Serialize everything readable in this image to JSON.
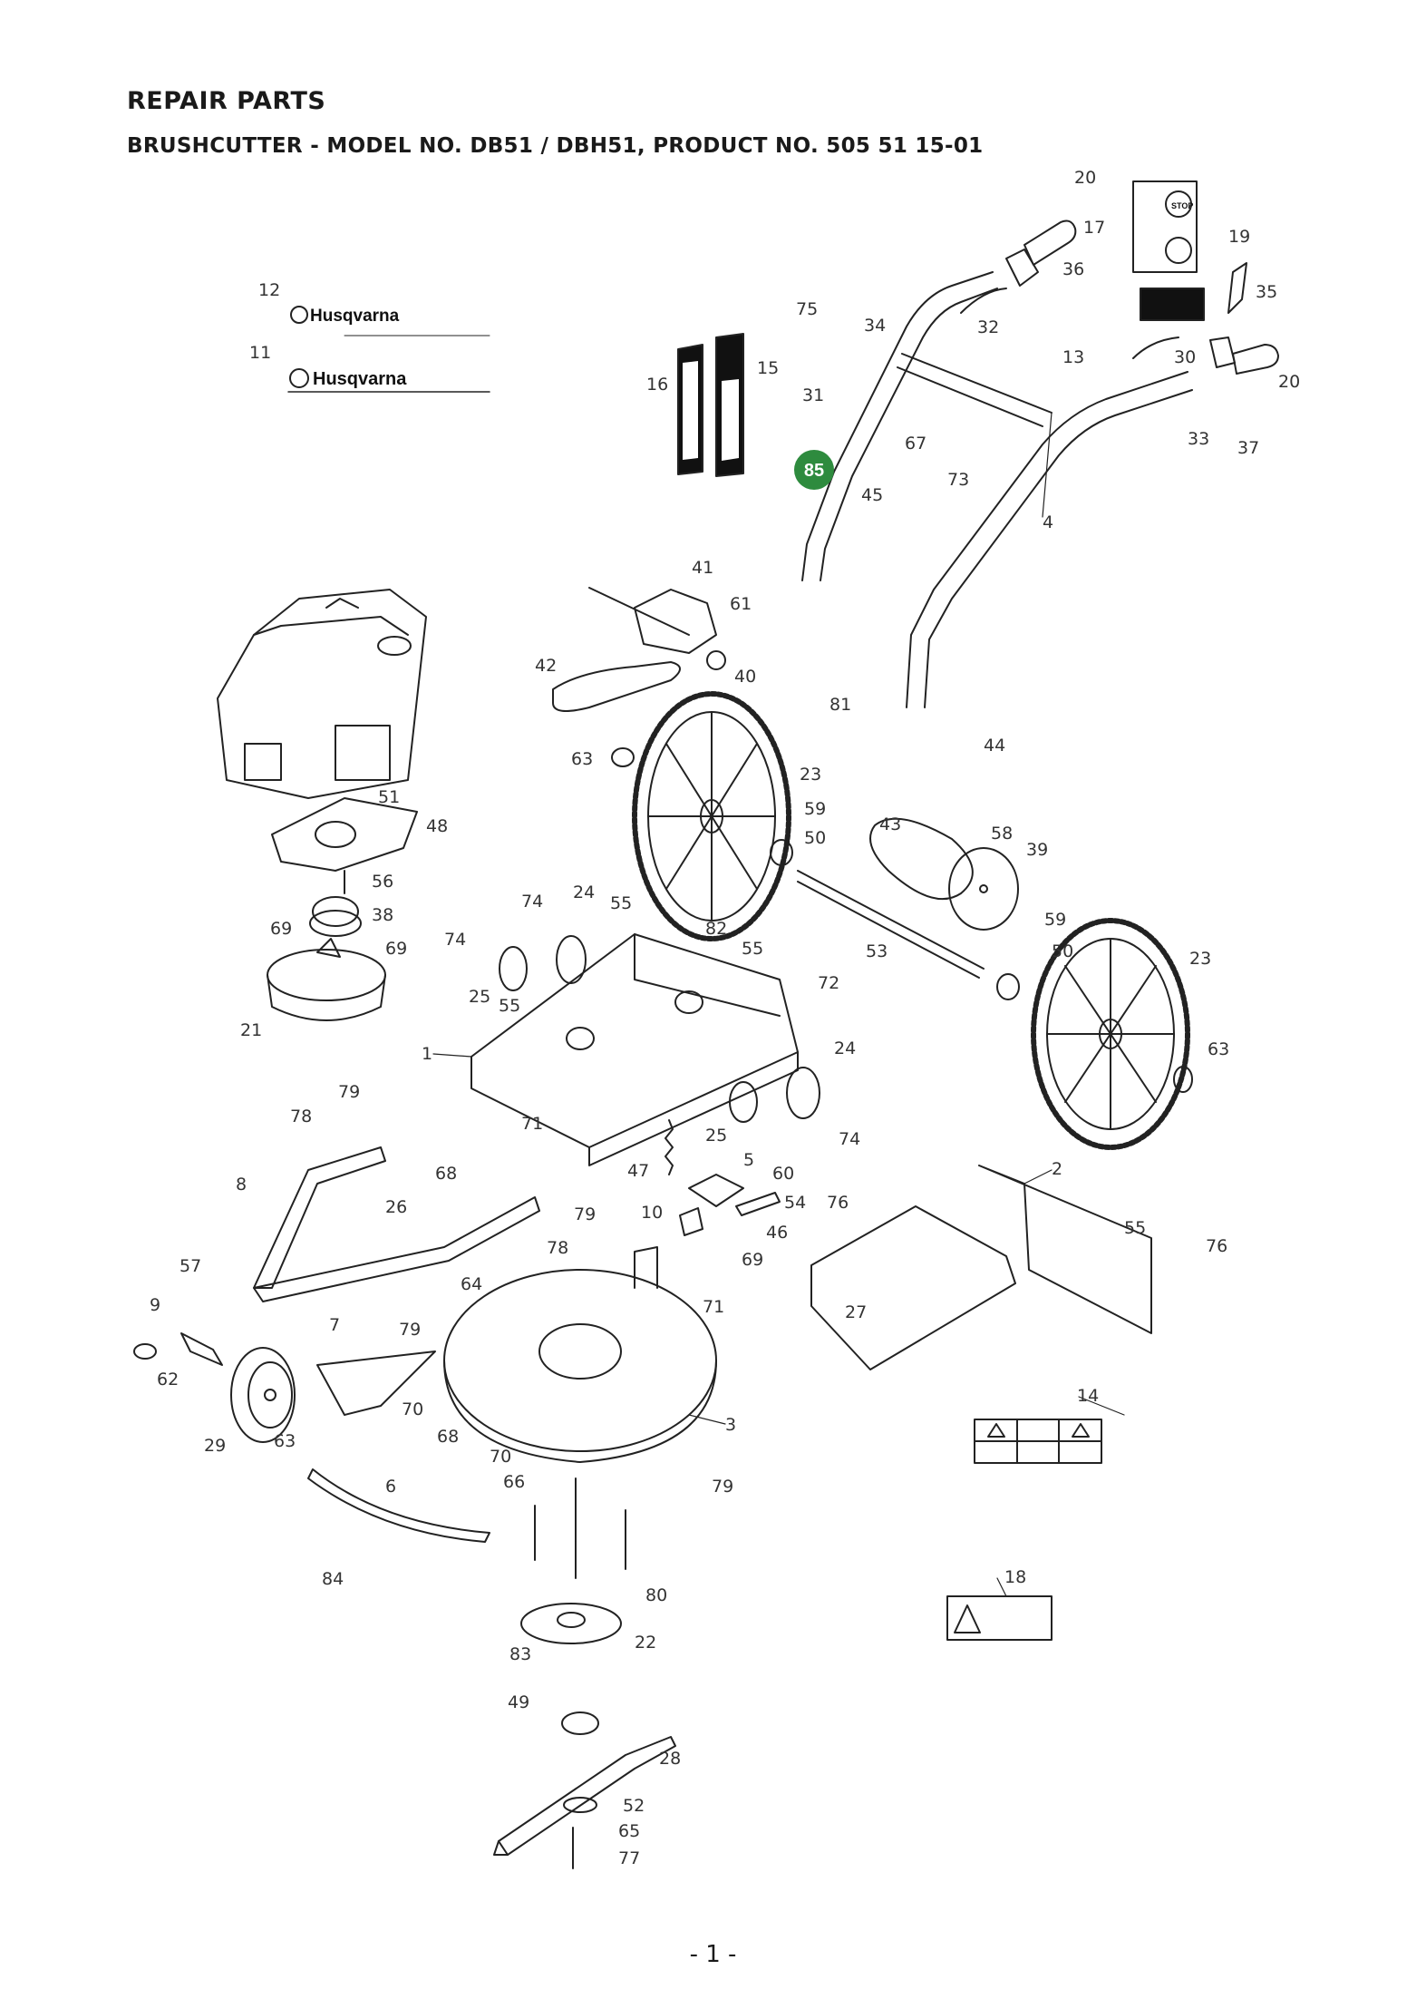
{
  "header": {
    "title": "REPAIR PARTS",
    "subtitle": "BRUSHCUTTER - MODEL NO. DB51 / DBH51, PRODUCT NO. 505 51 15-01"
  },
  "diagram": {
    "brand_logo_text": "Husqvarna",
    "highlight_badge": "85",
    "highlight_color": "#2e8b3e",
    "decal_stop_text": "STOP",
    "part_numbers": [
      "1",
      "2",
      "3",
      "4",
      "5",
      "6",
      "7",
      "8",
      "9",
      "10",
      "11",
      "12",
      "13",
      "14",
      "15",
      "16",
      "17",
      "18",
      "19",
      "20",
      "21",
      "22",
      "23",
      "24",
      "25",
      "26",
      "27",
      "28",
      "29",
      "30",
      "31",
      "32",
      "33",
      "34",
      "35",
      "36",
      "37",
      "38",
      "39",
      "40",
      "41",
      "42",
      "43",
      "44",
      "45",
      "46",
      "47",
      "48",
      "49",
      "50",
      "51",
      "52",
      "53",
      "54",
      "55",
      "56",
      "57",
      "58",
      "59",
      "60",
      "61",
      "62",
      "63",
      "64",
      "65",
      "66",
      "67",
      "68",
      "69",
      "70",
      "71",
      "72",
      "73",
      "74",
      "75",
      "76",
      "77",
      "78",
      "79",
      "80",
      "81",
      "82",
      "83",
      "84"
    ]
  },
  "footer": {
    "page_number": "- 1 -"
  }
}
